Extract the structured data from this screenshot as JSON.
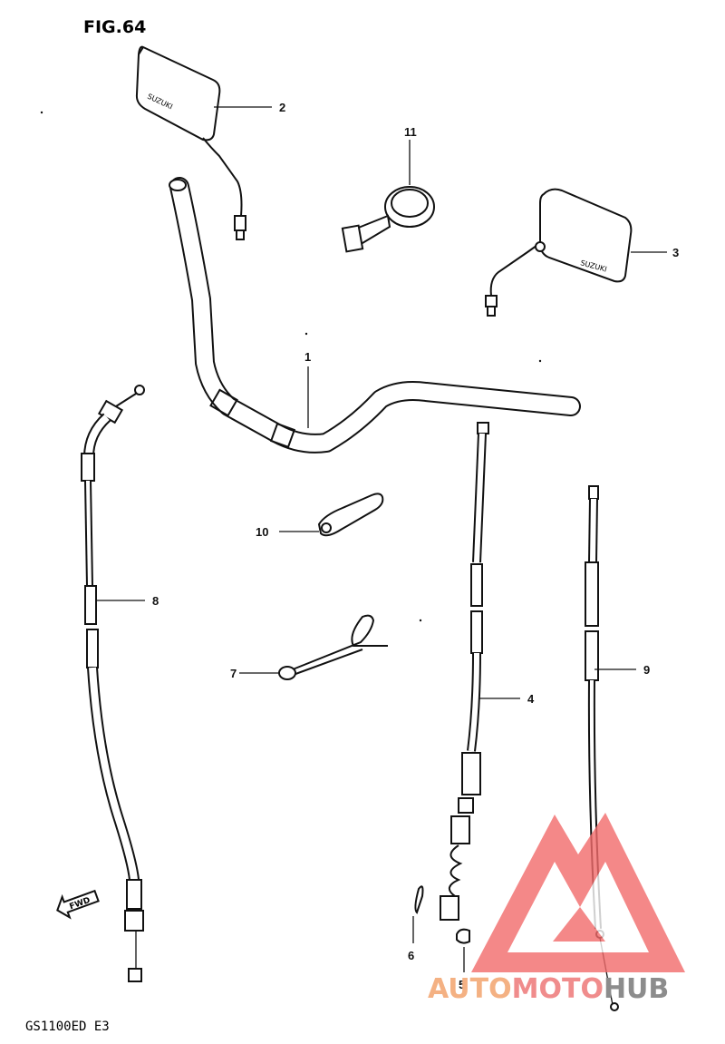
{
  "figure": {
    "title": "FIG.64",
    "model": "GS1100ED E3"
  },
  "callouts": [
    {
      "id": "1",
      "text": "1"
    },
    {
      "id": "2",
      "text": "2"
    },
    {
      "id": "3",
      "text": "3"
    },
    {
      "id": "4",
      "text": "4"
    },
    {
      "id": "5",
      "text": "5"
    },
    {
      "id": "6",
      "text": "6"
    },
    {
      "id": "7",
      "text": "7"
    },
    {
      "id": "8",
      "text": "8"
    },
    {
      "id": "9",
      "text": "9"
    },
    {
      "id": "10",
      "text": "10"
    },
    {
      "id": "11",
      "text": "11"
    }
  ],
  "fwd_marker": "FWD",
  "watermark": {
    "part1": "AUTO",
    "part2": "MOTO",
    "part3": "HUB",
    "colors": {
      "auto": "#f4b183",
      "moto": "#f08c8c",
      "hub": "#8c8c8c",
      "triangle": "#f26b6b"
    }
  }
}
